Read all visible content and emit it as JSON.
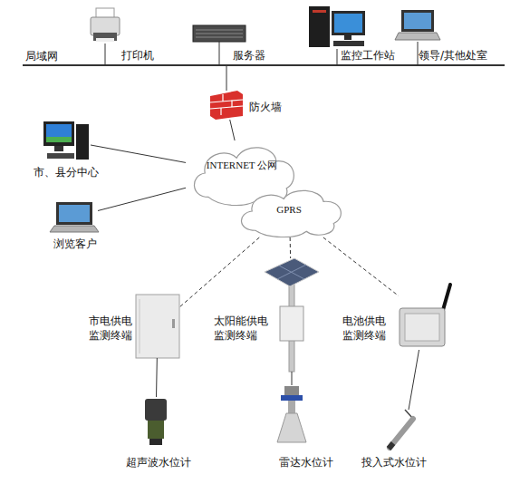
{
  "diagram": {
    "nodes": [
      {
        "text": [
          "打印机"
        ]
      },
      {
        "text": [
          "服务器"
        ]
      },
      {
        "text": [
          "监控工作站"
        ]
      },
      {
        "text": [
          "领导/其他处室"
        ]
      },
      {
        "text": [
          "局域网"
        ]
      },
      {
        "text": [
          "防火墙"
        ]
      },
      {
        "text": [
          "市、县分中心"
        ]
      },
      {
        "text": [
          "INTERNET 公网"
        ]
      },
      {
        "text": [
          "浏览客户"
        ]
      },
      {
        "text": [
          "GPRS"
        ]
      },
      {
        "text": [
          "市电供电 监测终端"
        ]
      },
      {
        "text": [
          "太阳能供电 监测终端"
        ]
      },
      {
        "text": [
          "电池供电 监测终端"
        ]
      },
      {
        "text": [
          "超声波水位计"
        ]
      },
      {
        "text": [
          "雷达水位计"
        ]
      },
      {
        "text": [
          "投入式水位计"
        ]
      }
    ],
    "edges": [
      {
        "from": 0,
        "to": 4,
        "arrow": "none"
      },
      {
        "from": 1,
        "to": 4,
        "arrow": "none"
      },
      {
        "from": 2,
        "to": 4,
        "arrow": "none"
      },
      {
        "from": 3,
        "to": 4,
        "arrow": "none"
      },
      {
        "from": 4,
        "to": 5,
        "arrow": "none"
      },
      {
        "from": 5,
        "to": 7,
        "arrow": "none"
      },
      {
        "from": 6,
        "to": 7,
        "arrow": "none"
      },
      {
        "from": 8,
        "to": 7,
        "arrow": "none"
      },
      {
        "from": 9,
        "to": 10,
        "arrow": "none"
      },
      {
        "from": 9,
        "to": 11,
        "arrow": "none"
      },
      {
        "from": 9,
        "to": 12,
        "arrow": "none"
      },
      {
        "from": 10,
        "to": 13,
        "arrow": "none"
      },
      {
        "from": 11,
        "to": 14,
        "arrow": "none"
      },
      {
        "from": 12,
        "to": 15,
        "arrow": "none"
      }
    ]
  }
}
